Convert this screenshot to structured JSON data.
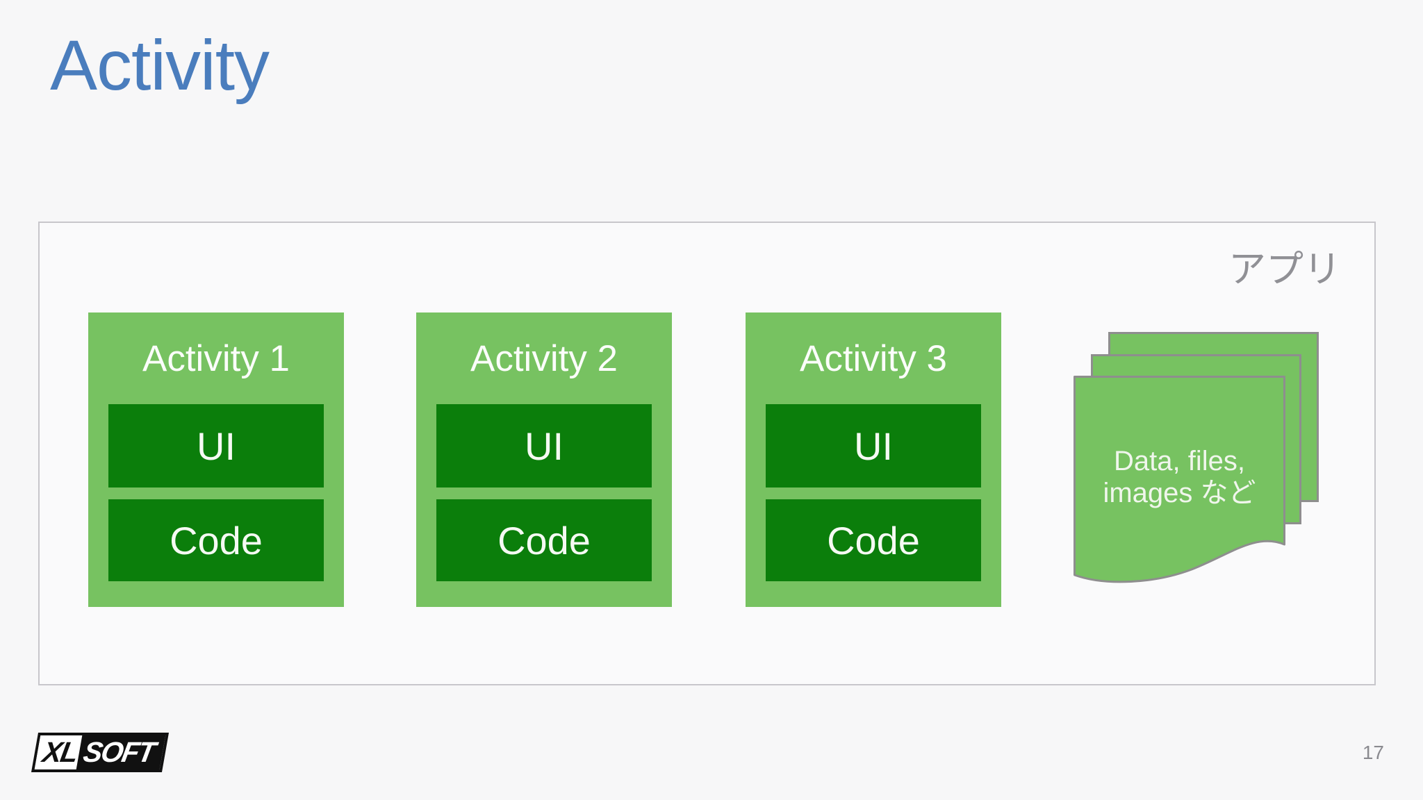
{
  "slide": {
    "title": "Activity",
    "page_number": "17",
    "app_group": {
      "label": "アプリ"
    },
    "activities": [
      {
        "label": "Activity 1",
        "ui_label": "UI",
        "code_label": "Code"
      },
      {
        "label": "Activity 2",
        "ui_label": "UI",
        "code_label": "Code"
      },
      {
        "label": "Activity 3",
        "ui_label": "UI",
        "code_label": "Code"
      }
    ],
    "data_store": {
      "line1": "Data, files,",
      "line2": "images など"
    },
    "logo": {
      "xl": "XL",
      "soft": "SOFT"
    },
    "colors": {
      "title_blue": "#4A7DBD",
      "activity_light_green": "#77C261",
      "activity_dark_green": "#0B7E0B",
      "doc_border_gray": "#8E8E8E",
      "app_label_gray": "#909095",
      "container_border": "#C7C6CB",
      "background": "#F7F7F8"
    }
  }
}
